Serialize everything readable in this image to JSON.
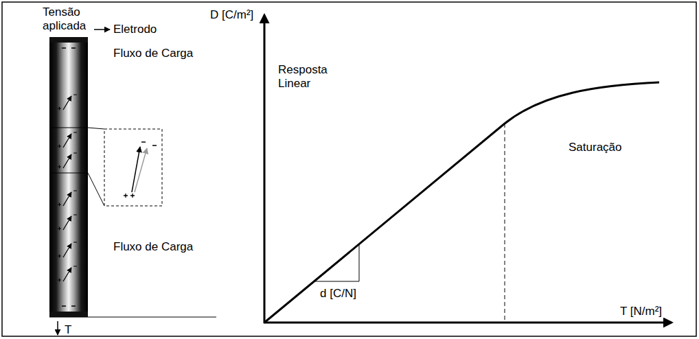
{
  "diagram": {
    "labels": [
      "Tensão aplicada",
      "Eletrodo",
      "Fluxo de Carga",
      "Fluxo de Carga",
      "T",
      "D [C/m²]",
      "Resposta Linear",
      "Saturação",
      "d [C/N]",
      "T [N/m²]"
    ]
  }
}
